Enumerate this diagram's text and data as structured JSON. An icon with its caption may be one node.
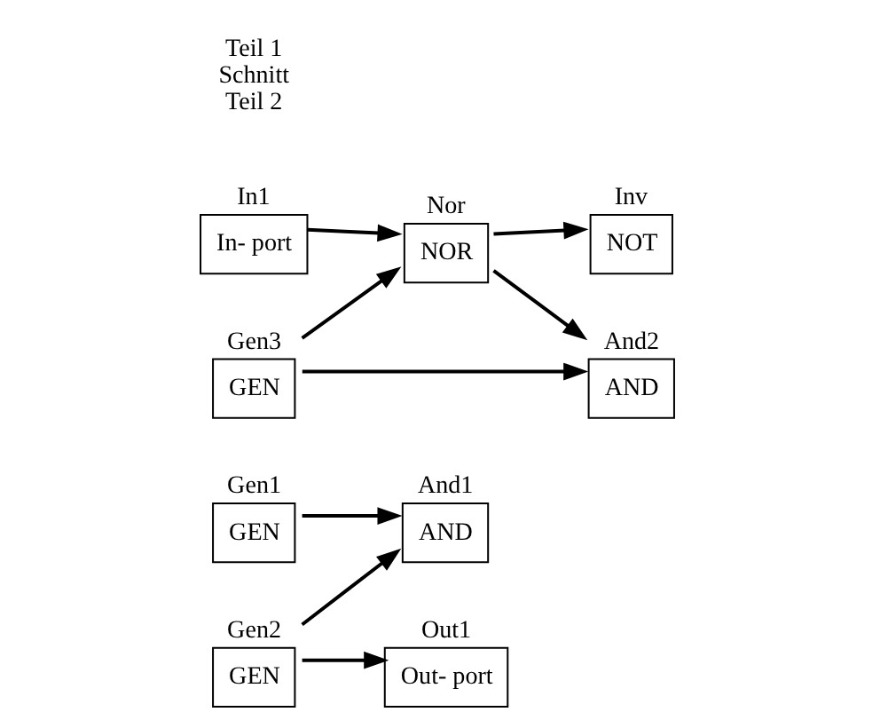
{
  "diagram": {
    "nodes": [
      {
        "text": [
          "GEN"
        ],
        "beside": [
          "Gen1"
        ]
      },
      {
        "text": [
          "GEN"
        ],
        "beside": [
          "Gen2"
        ]
      },
      {
        "text": [
          "AND"
        ],
        "beside": [
          "And1"
        ]
      },
      {
        "text": [
          "Out- port"
        ],
        "beside": [
          "Out1"
        ]
      },
      {
        "text": [
          "In- port"
        ],
        "beside": [
          "In1"
        ]
      },
      {
        "text": [
          "GEN"
        ],
        "beside": [
          "Gen3"
        ]
      },
      {
        "text": [
          "NOR"
        ],
        "beside": [
          "Nor"
        ]
      },
      {
        "text": [
          "NOT"
        ],
        "beside": [
          "Inv"
        ]
      },
      {
        "text": [
          "AND"
        ],
        "beside": [
          "And2"
        ]
      }
    ],
    "edges": [
      {
        "from": 0,
        "to": 2,
        "arrow": "to"
      },
      {
        "from": 1,
        "to": 2,
        "arrow": "to"
      },
      {
        "from": 1,
        "to": 3,
        "arrow": "to"
      },
      {
        "from": 4,
        "to": 6,
        "arrow": "to"
      },
      {
        "from": 5,
        "to": 6,
        "arrow": "to"
      },
      {
        "from": 6,
        "to": 7,
        "arrow": "to"
      },
      {
        "from": 6,
        "to": 8,
        "arrow": "to"
      },
      {
        "from": 5,
        "to": 8,
        "arrow": "to"
      }
    ],
    "labels": [
      "Teil 1",
      "Schnitt",
      "Teil 2"
    ]
  }
}
